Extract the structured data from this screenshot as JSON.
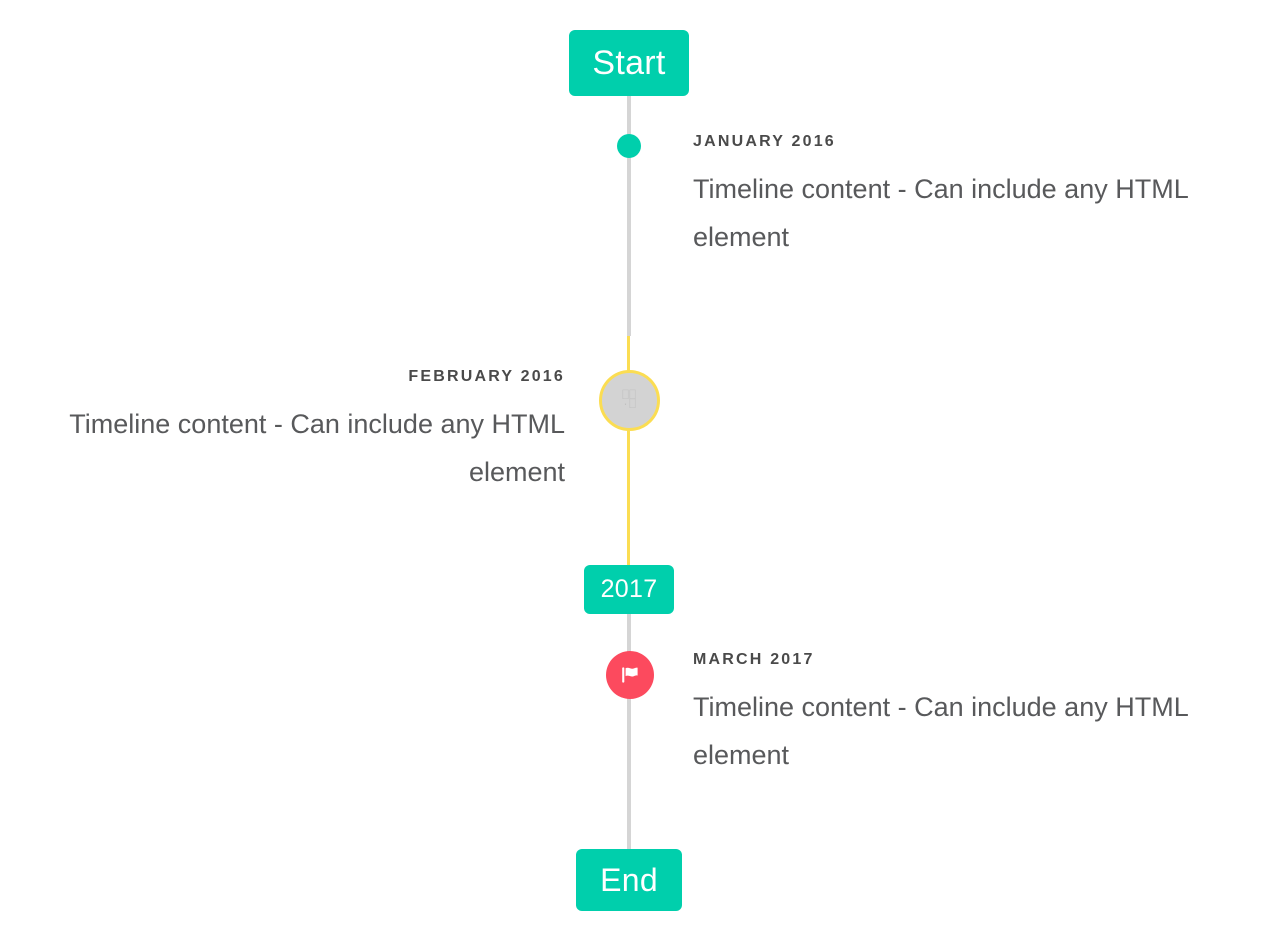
{
  "timeline": {
    "colors": {
      "accent_teal": "#00cfac",
      "accent_yellow": "#fbdd52",
      "accent_pink": "#fc4a5e",
      "line_gray": "#d5d5d5",
      "marker_gray": "#d3d3d3",
      "date_text": "#4a4a4a",
      "body_text": "#58595b",
      "badge_text": "#ffffff"
    },
    "start_badge": {
      "label": "Start"
    },
    "year_badge": {
      "label": "2017"
    },
    "end_badge": {
      "label": "End"
    },
    "entries": [
      {
        "id": "january-2016",
        "date": "JANUARY 2016",
        "body": "Timeline content - Can include any HTML element",
        "side": "right",
        "marker": {
          "type": "dot",
          "icon": "none",
          "color": "#00cfac"
        }
      },
      {
        "id": "february-2016",
        "date": "FEBRUARY 2016",
        "body": "Timeline content - Can include any HTML element",
        "side": "left",
        "marker": {
          "type": "large-circle",
          "icon": "missing-glyph",
          "glyph": "⎕⎕\n·⎕",
          "color": "#d3d3d3",
          "ring_color": "#fbdd52"
        }
      },
      {
        "id": "march-2017",
        "date": "MARCH 2017",
        "body": "Timeline content - Can include any HTML element",
        "side": "right",
        "marker": {
          "type": "icon-circle",
          "icon": "flag-icon",
          "color": "#fc4a5e"
        }
      }
    ]
  }
}
